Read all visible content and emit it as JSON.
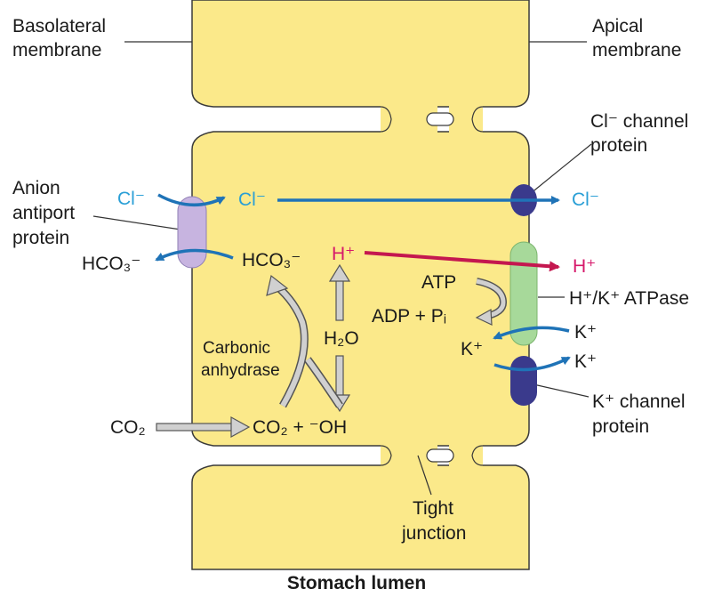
{
  "labels": {
    "basolateral_line1": "Basolateral",
    "basolateral_line2": "membrane",
    "apical_line1": "Apical",
    "apical_line2": "membrane",
    "cl_channel_line1": "Cl⁻ channel",
    "cl_channel_line2": "protein",
    "anion_line1": "Anion",
    "anion_line2": "antiport",
    "anion_line3": "protein",
    "cl_in": "Cl⁻",
    "cl_mid": "Cl⁻",
    "cl_out": "Cl⁻",
    "hco3_out": "HCO₃⁻",
    "hco3_in": "HCO₃⁻",
    "h_in": "H⁺",
    "h_out": "H⁺",
    "atp": "ATP",
    "adp_pi": "ADP + Pᵢ",
    "hk_atpase": "H⁺/K⁺ ATPase",
    "k_in1": "K⁺",
    "k_out1": "K⁺",
    "k_out2": "K⁺",
    "h2o": "H₂O",
    "carbonic_line1": "Carbonic",
    "carbonic_line2": "anhydrase",
    "co2_left": "CO₂",
    "co2_oh": "CO₂ + ⁻OH",
    "k_channel_line1": "K⁺ channel",
    "k_channel_line2": "protein",
    "tight_line1": "Tight",
    "tight_line2": "junction",
    "stomach_lumen": "Stomach lumen"
  },
  "colors": {
    "cell_fill": "#fbe98a",
    "cell_stroke": "#3a3a3a",
    "chloride_blue": "#2a9fd6",
    "arrow_blue": "#1f73b7",
    "proton_red": "#c4174f",
    "antiport_purple": "#c7b4e0",
    "channel_navy": "#3a3a8c",
    "atpase_green": "#a7d99a",
    "gray_arrow": "#c8c8c8"
  }
}
